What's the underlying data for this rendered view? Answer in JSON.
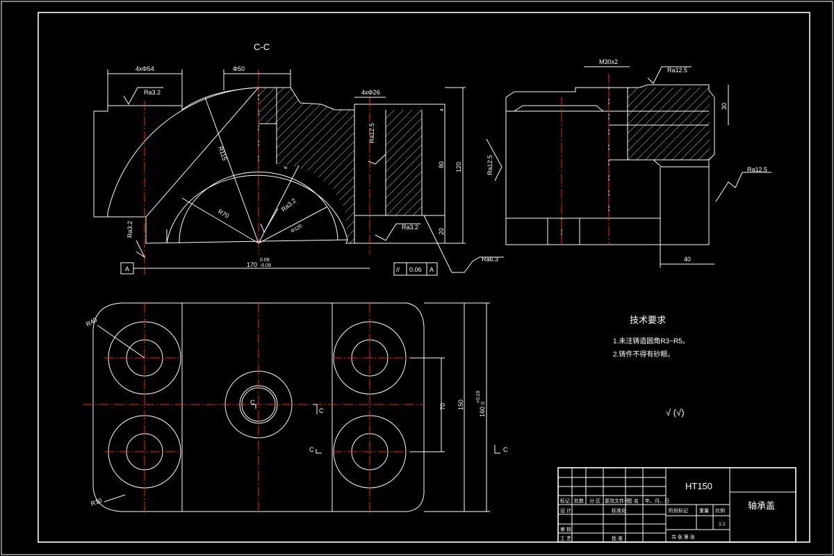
{
  "section_view": {
    "title": "C-C",
    "dims": {
      "holes_top": "4xΦ54",
      "phi50": "Φ50",
      "holes_26": "4xΦ26",
      "r115": "R115",
      "r70": "R70",
      "phi120": "Φ120",
      "d6": "6",
      "d4": "4",
      "h80": "80",
      "h120": "120",
      "h20": "20",
      "width170": "170",
      "width_tol_upper": "0.09",
      "width_tol_lower": "-0.09"
    },
    "roughness": {
      "top": "Ra3.2",
      "side": "Ra12.5",
      "inner": "Ra3.2",
      "bore": "Ra3.2",
      "bottom_left": "Ra3.2",
      "bottom_right": "Ra6.3"
    },
    "datum": "A",
    "tolerance_frame": {
      "symbol": "//",
      "value": "0.06",
      "datum": "A"
    }
  },
  "side_view": {
    "thread": "M30x2",
    "roughness_top": "Ra12.5",
    "roughness_left": "Ra12.5",
    "roughness_right": "Ra12.5",
    "dim30": "30",
    "dim40": "40"
  },
  "plan_view": {
    "r40": "R40",
    "r10": "R10",
    "dim70": "70",
    "dim150": "150",
    "dim160": "160",
    "dim160_tol": "+0.19",
    "dim160_tol2": "0",
    "section_mark": "C"
  },
  "tech_req": {
    "title": "技术要求",
    "items": [
      "1.未注铸造圆角R3~R5。",
      "2.铸件不得有砂眼。"
    ],
    "roughness_symbol": "√ (√)"
  },
  "title_block": {
    "material": "HT150",
    "part_name": "轴承盖",
    "scale": "1:1",
    "row_labels": [
      "标记",
      "处数",
      "分 区",
      "更改文件号",
      "签 名",
      "年、月、日"
    ],
    "designer": "设 计",
    "standard": "标准化",
    "stage_labels": [
      "阶段标记",
      "重量",
      "比例"
    ],
    "checker": "审 核",
    "process": "工 艺",
    "approve": "批 准",
    "sheets": "共   张  第   张"
  }
}
